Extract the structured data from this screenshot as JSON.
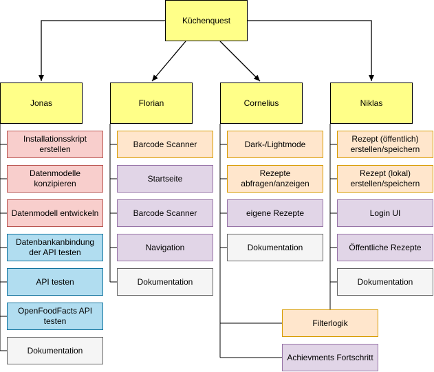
{
  "root": {
    "label": "Küchenquest"
  },
  "columns": [
    {
      "name": "Jonas",
      "tasks": [
        {
          "label": "Installationsskript erstellen",
          "status": "red"
        },
        {
          "label": "Datenmodelle konzipieren",
          "status": "red"
        },
        {
          "label": "Datenmodell entwickeln",
          "status": "red"
        },
        {
          "label": "Datenbankanbindung der API testen",
          "status": "blue"
        },
        {
          "label": "API testen",
          "status": "blue"
        },
        {
          "label": "OpenFoodFacts API testen",
          "status": "blue"
        },
        {
          "label": "Dokumentation",
          "status": "grey"
        }
      ]
    },
    {
      "name": "Florian",
      "tasks": [
        {
          "label": "Barcode Scanner",
          "status": "orange"
        },
        {
          "label": "Startseite",
          "status": "purple"
        },
        {
          "label": "Barcode Scanner",
          "status": "purple"
        },
        {
          "label": "Navigation",
          "status": "purple"
        },
        {
          "label": "Dokumentation",
          "status": "grey"
        }
      ]
    },
    {
      "name": "Cornelius",
      "tasks": [
        {
          "label": "Dark-/Lightmode",
          "status": "orange"
        },
        {
          "label": "Rezepte abfragen/anzeigen",
          "status": "orange"
        },
        {
          "label": "eigene Rezepte",
          "status": "purple"
        },
        {
          "label": "Dokumentation",
          "status": "grey"
        }
      ]
    },
    {
      "name": "Niklas",
      "tasks": [
        {
          "label": "Rezept (öffentlich) erstellen/speichern",
          "status": "orange"
        },
        {
          "label": "Rezept (lokal) erstellen/speichern",
          "status": "orange"
        },
        {
          "label": "Login UI",
          "status": "purple"
        },
        {
          "label": "Öffentliche Rezepte",
          "status": "purple"
        },
        {
          "label": "Dokumentation",
          "status": "grey"
        }
      ]
    }
  ],
  "shared_tasks": [
    {
      "label": "Filterlogik",
      "status": "orange"
    },
    {
      "label": "Achievments Fortschritt",
      "status": "purple"
    }
  ],
  "colors": {
    "header_fill": "#ffff88",
    "red": "#f8cecc",
    "blue": "#b1ddf0",
    "grey": "#f5f5f5",
    "orange": "#ffe6cc",
    "purple": "#e1d5e7"
  }
}
